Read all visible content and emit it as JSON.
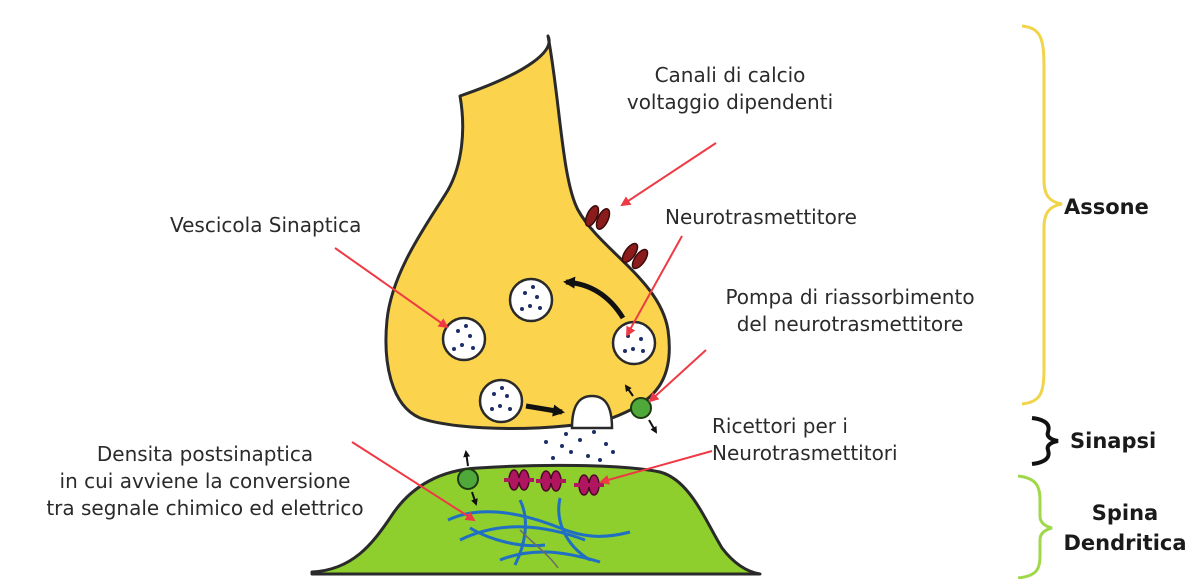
{
  "labels": {
    "calcium_channels_line1": "Canali di calcio",
    "calcium_channels_line2": "voltaggio dipendenti",
    "synaptic_vesicle": "Vescicola Sinaptica",
    "neurotransmitter": "Neurotrasmettitore",
    "reuptake_pump_line1": "Pompa di riassorbimento",
    "reuptake_pump_line2": "del neurotrasmettitore",
    "receptors_line1": "Ricettori per i",
    "receptors_line2": "Neurotrasmettitori",
    "postsynaptic_line1": "Densita postsinaptica",
    "postsynaptic_line2": "in cui avviene la conversione",
    "postsynaptic_line3": "tra segnale chimico ed elettrico"
  },
  "regions": {
    "axon": "Assone",
    "synapse": "Sinapsi",
    "spine_line1": "Spina",
    "spine_line2": "Dendritica"
  },
  "colors": {
    "axon_fill": "#fbd34c",
    "spine_fill": "#8ece2d",
    "arrow": "#ee3a44",
    "channel": "#8b1c1c",
    "receptor": "#b01660",
    "pump": "#4fa83a",
    "filament": "#1f6fc4",
    "axon_brace": "#f2d44a",
    "spine_brace": "#9fd84a",
    "synapse_brace": "#111111"
  },
  "icons": [
    "calcium-channel-icon",
    "vesicle-icon",
    "receptor-icon",
    "reuptake-pump-icon"
  ]
}
